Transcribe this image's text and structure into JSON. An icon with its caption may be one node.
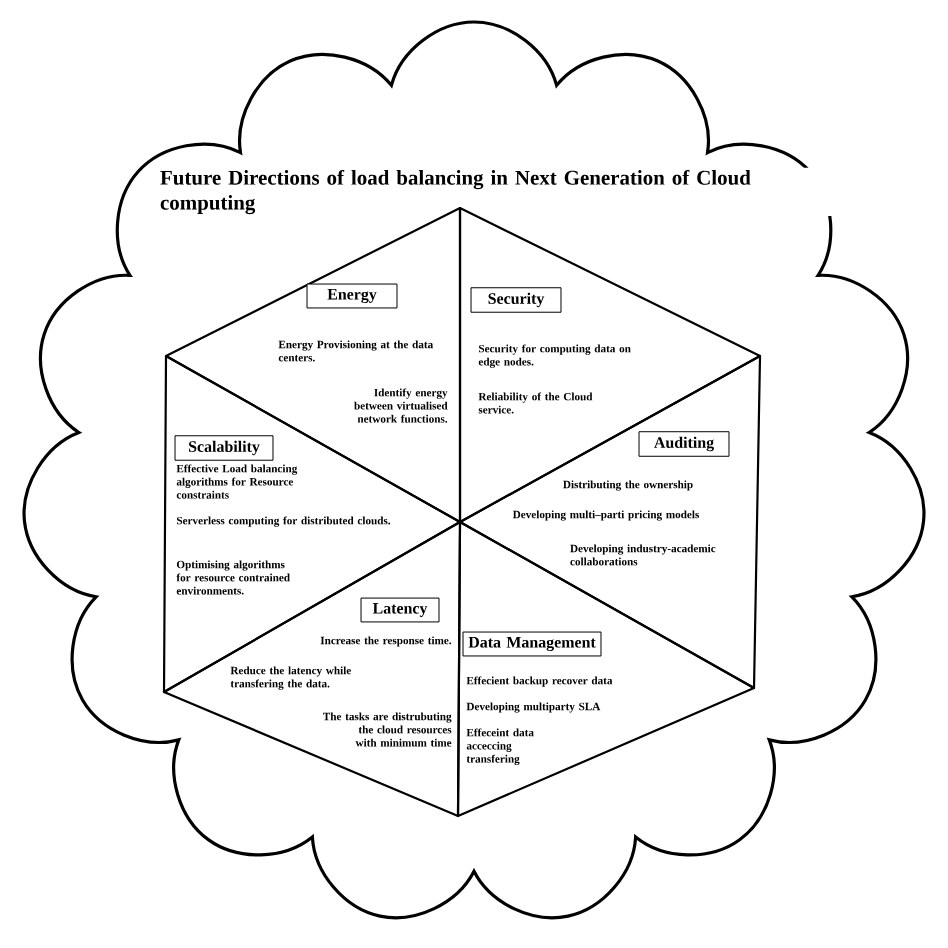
{
  "diagram": {
    "title": "Future Directions of load balancing in Next Generation of Cloud computing",
    "nodes": [
      {
        "text": [
          "Energy",
          "Energy Provisioning at the data centers.",
          "Identify energy between virtualised network functions."
        ]
      },
      {
        "text": [
          "Security",
          "Security for computing data on edge nodes.",
          "Reliability of the Cloud service."
        ]
      },
      {
        "text": [
          "Auditing",
          "Distributing the ownership",
          "Developing multi–parti pricing models",
          "Developing industry-academic collaborations"
        ]
      },
      {
        "text": [
          "Data Management",
          "Effecient backup recover data",
          "Developing multiparty SLA",
          "Effeceint data acceccing transfering"
        ]
      },
      {
        "text": [
          "Latency",
          "Increase the response time.",
          "Reduce the latency while transfering the data.",
          "The tasks are distrubuting the cloud resources with minimum time"
        ]
      },
      {
        "text": [
          "Scalability",
          "Effective Load balancing algorithms for Resource constraints",
          "Serverless computing for distributed clouds.",
          "Optimising algorithms for resource contrained environments."
        ]
      }
    ]
  }
}
